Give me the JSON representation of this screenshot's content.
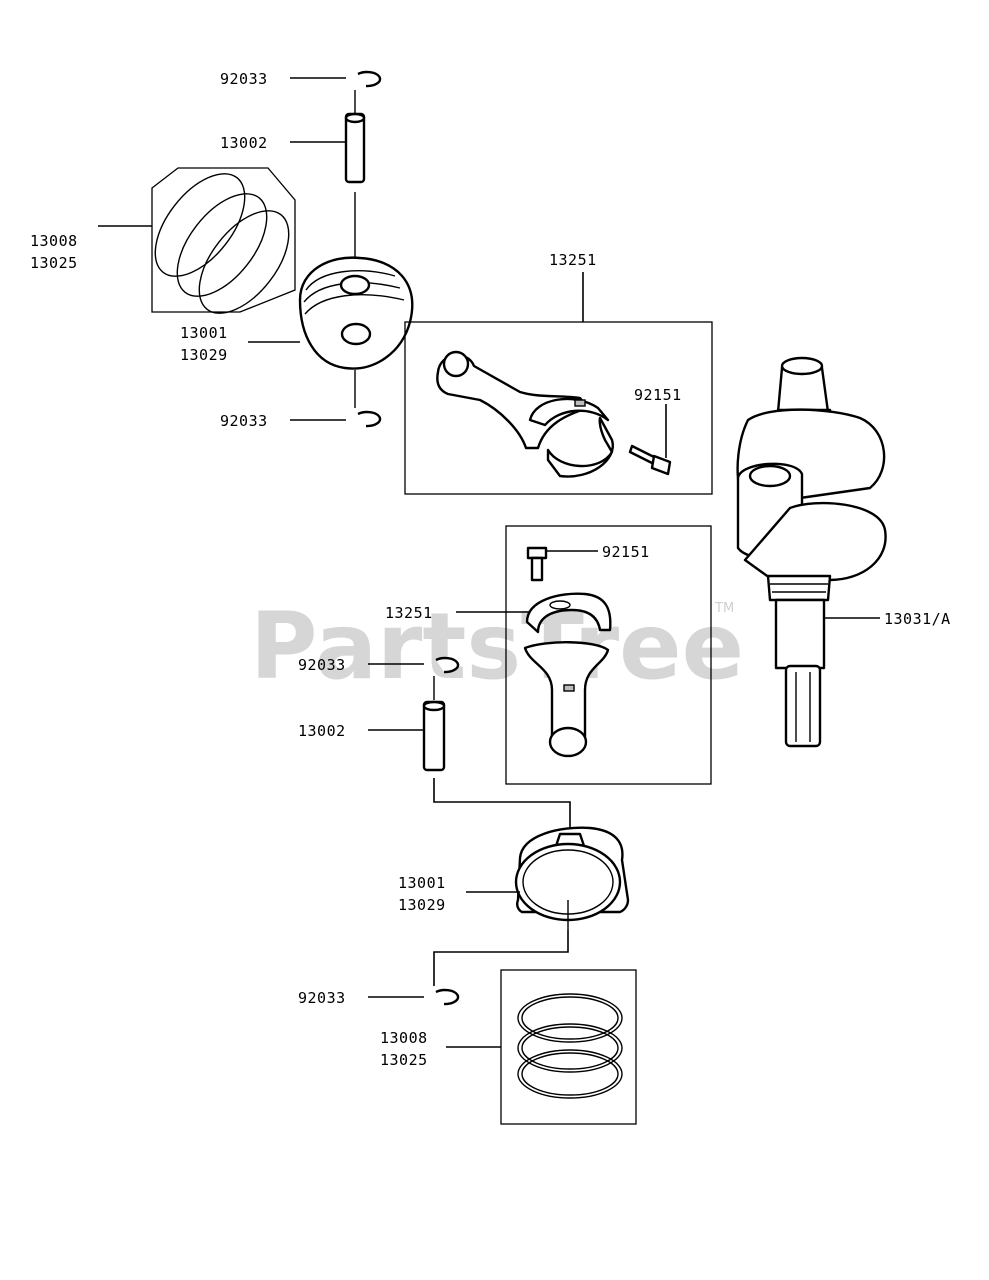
{
  "watermark": {
    "text": "PartsTree",
    "trademark": "TM"
  },
  "labels": {
    "ring_top": "92033",
    "pin_top": "13002",
    "rings_top_a": "13008",
    "rings_top_b": "13025",
    "piston_top_a": "13001",
    "piston_top_b": "13029",
    "ring_mid_top": "92033",
    "rod_top": "13251",
    "bolt_top": "92151",
    "bolt_bottom": "92151",
    "rod_bottom": "13251",
    "crankshaft": "13031/A",
    "ring_mid_bottom": "92033",
    "pin_bottom": "13002",
    "piston_bottom_a": "13001",
    "piston_bottom_b": "13029",
    "ring_bottom": "92033",
    "rings_bottom_a": "13008",
    "rings_bottom_b": "13025"
  }
}
